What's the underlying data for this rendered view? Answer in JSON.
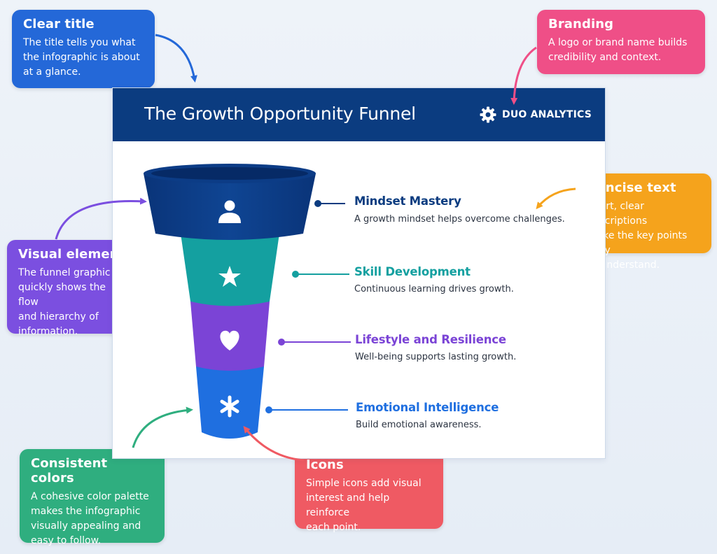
{
  "callouts": {
    "title": {
      "heading": "Clear title",
      "lines": [
        "The title tells you what",
        "the infographic is about",
        "at a glance."
      ],
      "color": "#2468d8"
    },
    "branding": {
      "heading": "Branding",
      "lines": [
        "A logo or brand name builds",
        "credibility and context."
      ],
      "color": "#ef4f87"
    },
    "concise": {
      "heading": "Concise text",
      "lines": [
        "Short, clear descriptions",
        "make the key points easy",
        "to understand."
      ],
      "color": "#f5a31c"
    },
    "visual": {
      "heading": "Visual element",
      "lines": [
        "The funnel graphic",
        "quickly shows the flow",
        "and hierarchy of",
        "information."
      ],
      "color": "#7b4fe0"
    },
    "colors": {
      "heading": "Consistent colors",
      "lines": [
        "A cohesive color palette",
        "makes the infographic",
        "visually appealing and",
        "easy to follow."
      ],
      "color": "#2fae7f"
    },
    "icons": {
      "heading": "Icons",
      "lines": [
        "Simple icons add visual",
        "interest and help reinforce",
        "each point."
      ],
      "color": "#ef5a63"
    }
  },
  "infographic": {
    "title": "The Growth Opportunity Funnel",
    "brand": {
      "name": "DUO ANALYTICS",
      "icon": "gear-icon"
    },
    "header_color": "#0b3c80",
    "stages": [
      {
        "title": "Mindset Mastery",
        "description": "A growth mindset helps overcome challenges.",
        "icon": "person-icon",
        "color": "#0b3c80"
      },
      {
        "title": "Skill Development",
        "description": "Continuous learning drives growth.",
        "icon": "star-icon",
        "color": "#14a0a0"
      },
      {
        "title": "Lifestyle and Resilience",
        "description": "Well-being supports lasting growth.",
        "icon": "heart-icon",
        "color": "#7b44d6"
      },
      {
        "title": "Emotional Intelligence",
        "description": "Build emotional awareness.",
        "icon": "asterisk-icon",
        "color": "#1f6fe0"
      }
    ]
  }
}
